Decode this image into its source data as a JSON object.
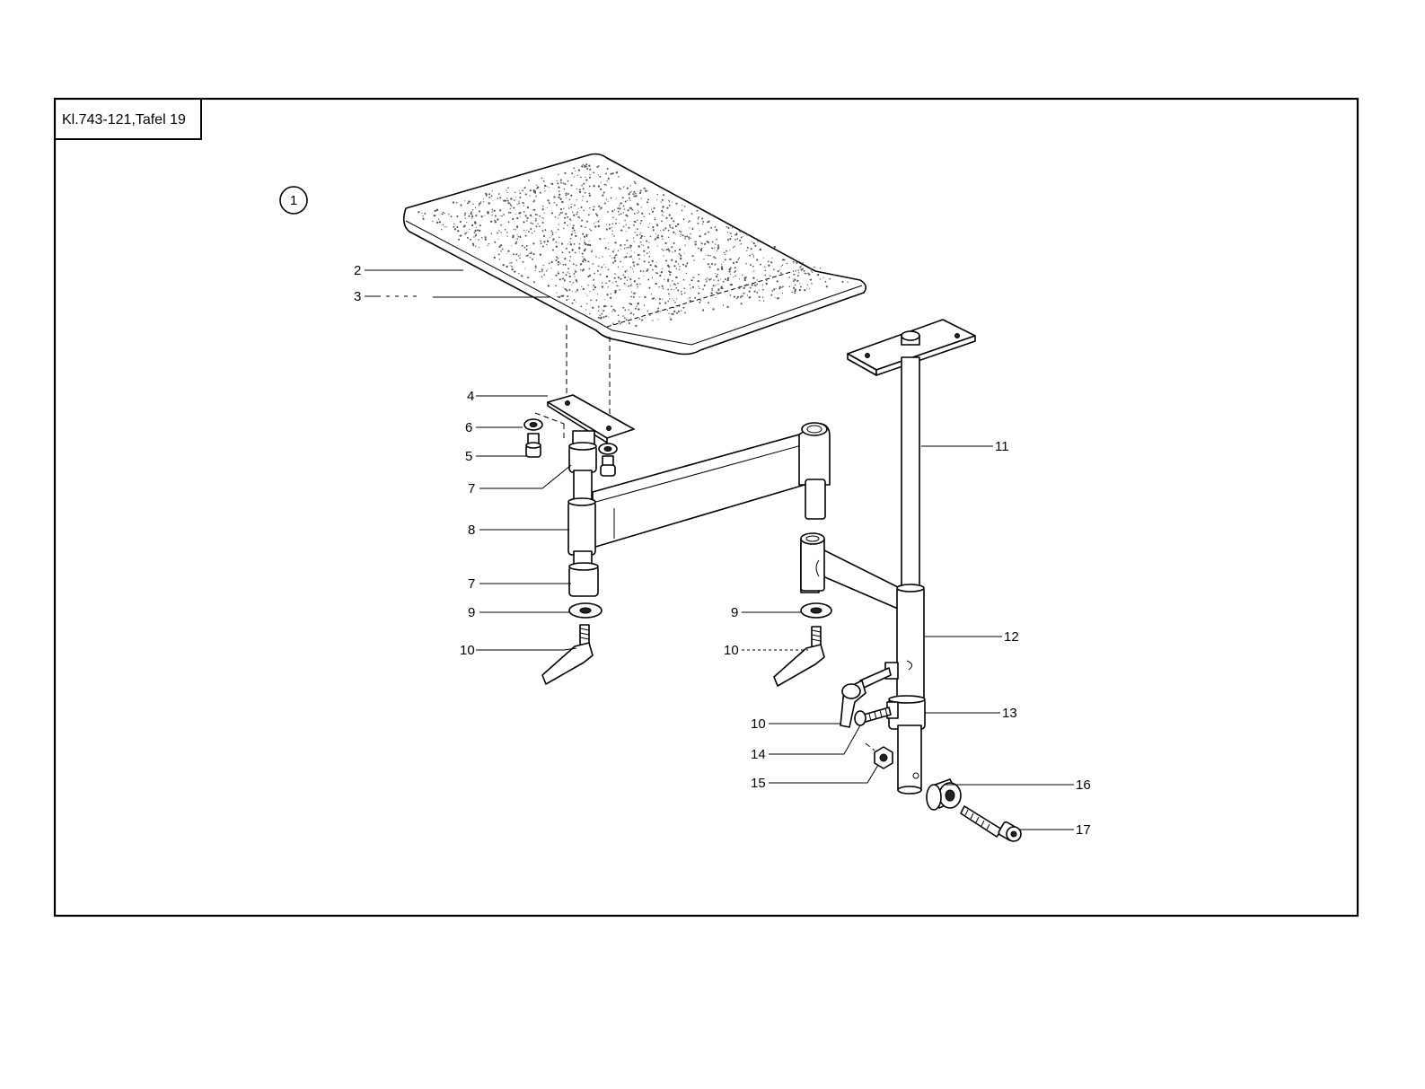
{
  "sheet": {
    "title": "Kl.743-121,Tafel 19",
    "group_number": "1"
  },
  "callouts": [
    {
      "id": "c2",
      "text": "2"
    },
    {
      "id": "c3",
      "text": "3"
    },
    {
      "id": "c4",
      "text": "4"
    },
    {
      "id": "c6",
      "text": "6"
    },
    {
      "id": "c5",
      "text": "5"
    },
    {
      "id": "c7a",
      "text": "7"
    },
    {
      "id": "c8",
      "text": "8"
    },
    {
      "id": "c7b",
      "text": "7"
    },
    {
      "id": "c9a",
      "text": "9"
    },
    {
      "id": "c10a",
      "text": "10"
    },
    {
      "id": "c9b",
      "text": "9"
    },
    {
      "id": "c10b",
      "text": "10"
    },
    {
      "id": "c11",
      "text": "11"
    },
    {
      "id": "c12",
      "text": "12"
    },
    {
      "id": "c13",
      "text": "13"
    },
    {
      "id": "c10c",
      "text": "10"
    },
    {
      "id": "c14",
      "text": "14"
    },
    {
      "id": "c15",
      "text": "15"
    },
    {
      "id": "c16",
      "text": "16"
    },
    {
      "id": "c17",
      "text": "17"
    }
  ]
}
